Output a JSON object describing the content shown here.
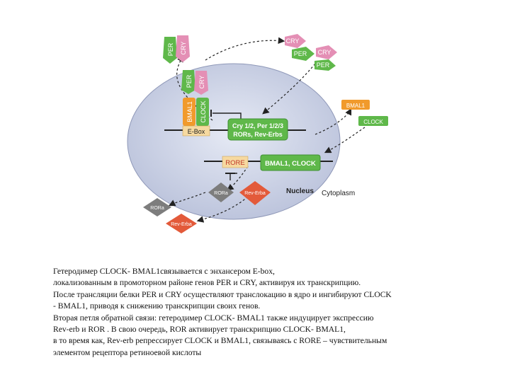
{
  "diagram": {
    "labels": {
      "per": "PER",
      "cry": "CRY",
      "bmal1_vertical": "BMAL1",
      "clock_vertical": "CLOCK",
      "ebox": "E-Box",
      "gene_box_line1": "Cry 1/2, Per 1/2/3",
      "gene_box_line2": "RORs, Rev-Erbs",
      "bmal1_top": "BMAL1",
      "clock_right": "CLOCK",
      "rore": "RORE",
      "bmal1_clock_gene": "BMAL1, CLOCK",
      "rora_inside": "RORa",
      "reverb_inside": "Rev-Erba",
      "rora_outside": "RORa",
      "reverb_outside": "Rev-Erba",
      "nucleus": "Nucleus",
      "cytoplasm": "Cytoplasm"
    },
    "colors": {
      "nucleus_fill": "#cdd3e6",
      "green": "#5fb84a",
      "pink": "#e48fb5",
      "orange": "#f19a2c",
      "rore_fill": "#f6d9a0",
      "rore_text": "#c0392b",
      "gray_diamond": "#7d7d7d",
      "red_diamond": "#e35a3a"
    }
  },
  "caption": {
    "lines": [
      "Гетеродимер CLOCK- BMAL1связывается с энхансером E-box,",
      "локализованным в промоторном районе генов PER и CRY, активируя их транскрипцию.",
      "После трансляции белки PER и CRY осуществляют транслокацию в ядро и ингибируют CLOCK",
      "- BMAL1, приводя к снижению транскрипции своих генов.",
      "Вторая петля обратной связи: гетеродимер CLOCK- BMAL1 также индуцирует экспрессию",
      "Rev-erb и ROR . В свою очередь, ROR активирует транскрипцию CLOCK- BMAL1,",
      "в то время как, Rev-erb репрессирует CLOCK и BMAL1, связываясь с RORE – чувствительным",
      "элементом рецептора ретиноевой кислоты"
    ]
  }
}
